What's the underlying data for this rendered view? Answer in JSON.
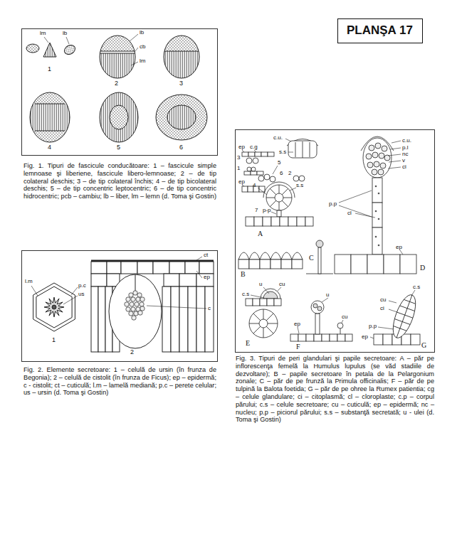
{
  "diagram": {
    "nodes": [
      {
        "text": [
          "PLANŞA 17"
        ]
      }
    ],
    "labels": [
      "lm",
      "lb",
      "1",
      "lb",
      "cb",
      "lm",
      "2",
      "3",
      "4",
      "5",
      "6",
      "Fig. 1. Tipuri de fascicule conducătoare: 1 – fascicule simple lemnoase şi liberiene, fascicule libero-lemnoase; 2 – de tip colateral deschis; 3 – de tip colateral închis; 4 – de tip bicolateral deschis; 5 – de tip concentric leptocentric; 6 – de tip concentric hidrocentric; pcb – cambiu; lb – liber, lm – lemn (d. Toma şi Gostin)",
      "ct",
      "l.m",
      "ep",
      "p.c",
      "us",
      "c",
      "1",
      "2",
      "Fig. 2. Elemente secretoare: 1 – celulă de ursin (în frunza de Begonia); 2 – celulă de cistolit (în frunza de Ficus); ep – epidermă; c - cistolit; ct – cuticulă; l.m – lamelă mediană; p.c – perete celular; us – ursin (d. Toma şi Gostin)",
      "c.u.",
      "ep",
      "c.g",
      "s.s",
      "3",
      "1",
      "5",
      "6",
      "2",
      "4",
      "s.s",
      "ep",
      "7",
      "p-p",
      "A",
      "B",
      "C",
      "c.u.",
      "p.l",
      "nc",
      "v",
      "ci",
      "p.p",
      "cl",
      "ep",
      "D",
      "cu",
      "u",
      "c.s",
      "E",
      "u",
      "cu",
      "ep",
      "F",
      "c.s",
      "cu",
      "ci",
      "p.p",
      "ep",
      "G",
      "Fig. 3. Tipuri de peri glandulari şi papile secretoare: A – păr pe inflorescenţa femelă la Humulus lupulus (se văd stadiile de dezvoltare); B – papile secretoare în petala de la Pelargonium zonale; C – păr de pe frunză la Primula officinalis; F – păr de pe tulpină la Balota foetida; G – păr de pe ohree la Rumex patientia; cg – celule glandulare; ci – citoplasmă; cl – cloroplaste; c.p – corpul părului; c.s – celule secretoare; cu – cuticulă; ep – epidermă; nc – nucleu; p.p – piciorul părului; s.s – substanţă secretată; u - ulei (d. Toma şi Gostin)"
    ]
  }
}
